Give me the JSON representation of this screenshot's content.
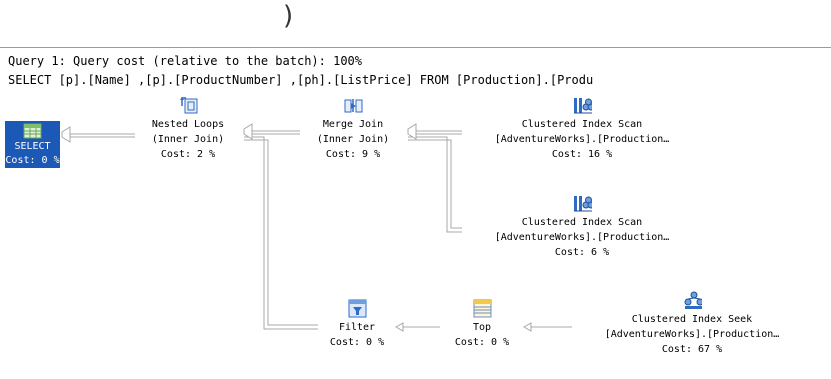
{
  "paren": ")",
  "header": {
    "query_line": "Query 1: Query cost (relative to the batch): 100%",
    "sql_line": "SELECT [p].[Name] ,[p].[ProductNumber] ,[ph].[ListPrice] FROM [Production].[Produ"
  },
  "plan": {
    "select": {
      "label": "SELECT",
      "cost": "Cost: 0 %",
      "icon": "select-table-icon"
    },
    "nested_loops": {
      "line1": "Nested Loops",
      "line2": "(Inner Join)",
      "cost": "Cost: 2 %",
      "icon": "nested-loops-icon"
    },
    "merge_join": {
      "line1": "Merge Join",
      "line2": "(Inner Join)",
      "cost": "Cost: 9 %",
      "icon": "merge-join-icon"
    },
    "scan1": {
      "line1": "Clustered Index Scan",
      "line2": "[AdventureWorks].[Production…",
      "cost": "Cost: 16 %",
      "icon": "clustered-index-scan-icon"
    },
    "scan2": {
      "line1": "Clustered Index Scan",
      "line2": "[AdventureWorks].[Production…",
      "cost": "Cost: 6 %",
      "icon": "clustered-index-scan-icon"
    },
    "filter": {
      "line1": "Filter",
      "cost": "Cost: 0 %",
      "icon": "filter-icon"
    },
    "top": {
      "line1": "Top",
      "cost": "Cost: 0 %",
      "icon": "top-icon"
    },
    "seek": {
      "line1": "Clustered Index Seek",
      "line2": "[AdventureWorks].[Production…",
      "cost": "Cost: 67 %",
      "icon": "clustered-index-seek-icon"
    }
  },
  "colors": {
    "select_bg": "#1c58b6",
    "icon_blue": "#2e6bc4",
    "arrow": "#a8a8a8"
  }
}
